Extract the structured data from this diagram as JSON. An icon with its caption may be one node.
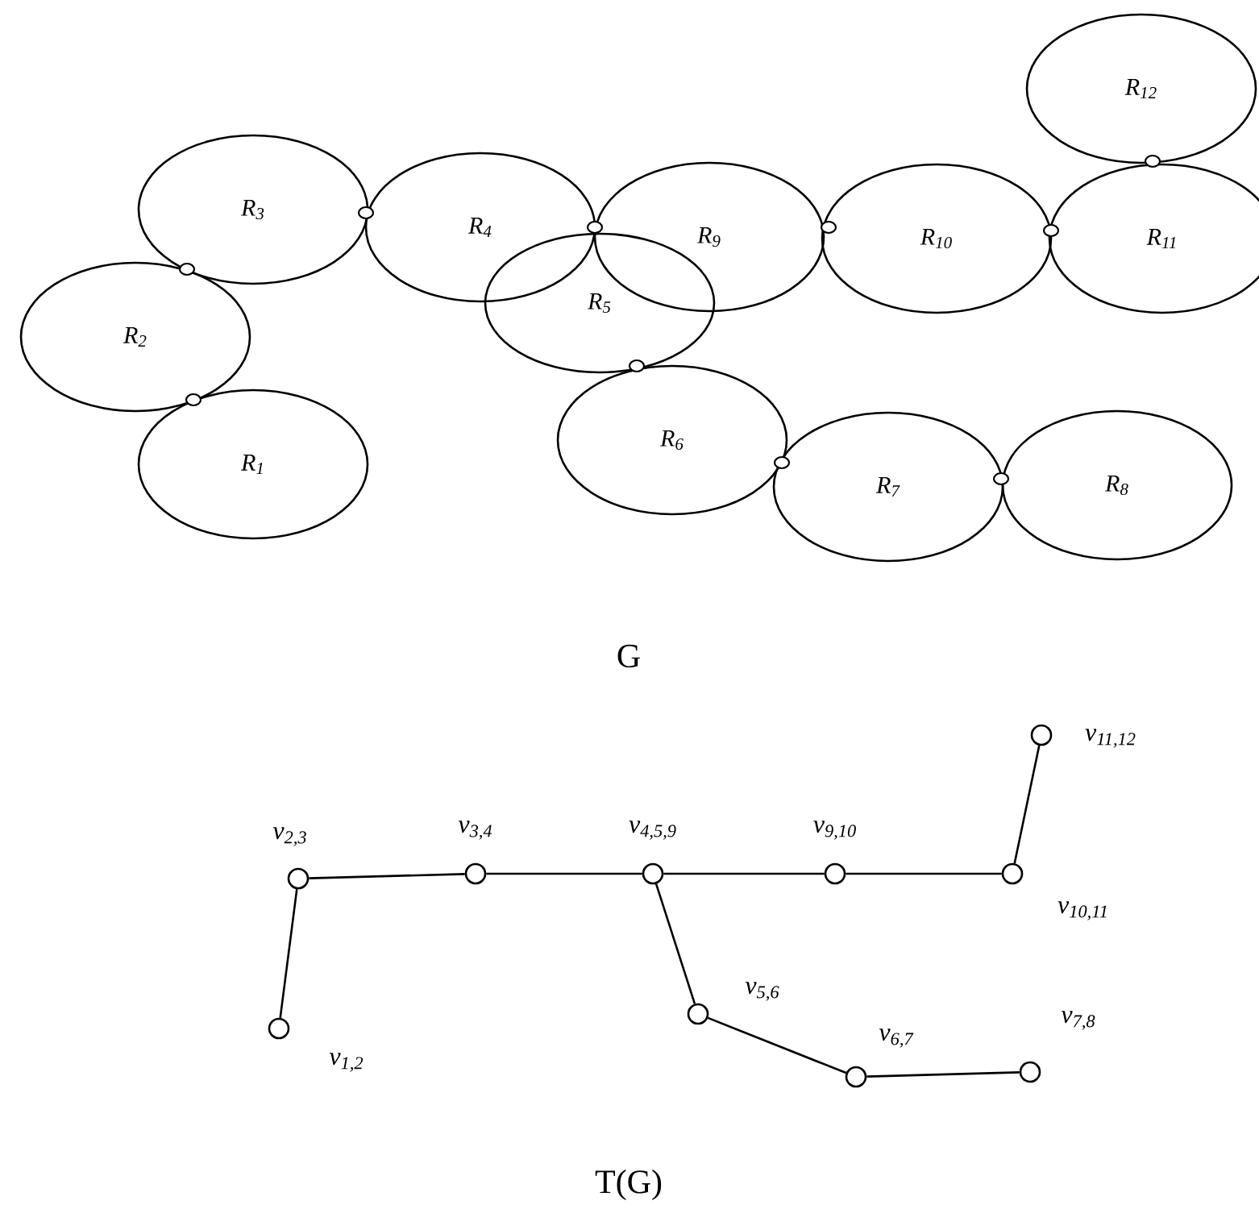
{
  "diagram": {
    "nodes": [
      {
        "text": [
          "R$_{1}$"
        ]
      },
      {
        "text": [
          "R$_{2}$"
        ]
      },
      {
        "text": [
          "R$_{3}$"
        ]
      },
      {
        "text": [
          "R$_{4}$"
        ]
      },
      {
        "text": [
          "R$_{5}$"
        ]
      },
      {
        "text": [
          "R$_{6}$"
        ]
      },
      {
        "text": [
          "R$_{7}$"
        ]
      },
      {
        "text": [
          "R$_{8}$"
        ]
      },
      {
        "text": [
          "R$_{9}$"
        ]
      },
      {
        "text": [
          "R$_{10}$"
        ]
      },
      {
        "text": [
          "R$_{11}$"
        ]
      },
      {
        "text": [
          "R$_{12}$"
        ]
      },
      {
        "text": [],
        "shape": "circle",
        "beside": [
          "v$_{1,2}$"
        ]
      },
      {
        "text": [],
        "shape": "circle",
        "beside": [
          "v$_{2,3}$"
        ]
      },
      {
        "text": [],
        "shape": "circle",
        "beside": [
          "v$_{3,4}$"
        ]
      },
      {
        "text": [],
        "shape": "circle",
        "beside": [
          "v$_{4,5,9}$"
        ]
      },
      {
        "text": [],
        "shape": "circle",
        "beside": [
          "v$_{5,6}$"
        ]
      },
      {
        "text": [],
        "shape": "circle",
        "beside": [
          "v$_{6,7}$"
        ]
      },
      {
        "text": [],
        "shape": "circle",
        "beside": [
          "v$_{7,8}$"
        ]
      },
      {
        "text": [],
        "shape": "circle",
        "beside": [
          "v$_{9,10}$"
        ]
      },
      {
        "text": [],
        "shape": "circle",
        "beside": [
          "v$_{10,11}$"
        ]
      },
      {
        "text": [],
        "shape": "circle",
        "beside": [
          "v$_{11,12}$"
        ]
      }
    ],
    "edges": [
      {
        "from": 12,
        "to": 13,
        "arrow": "none"
      },
      {
        "from": 13,
        "to": 14,
        "arrow": "none"
      },
      {
        "from": 14,
        "to": 15,
        "arrow": "none"
      },
      {
        "from": 15,
        "to": 19,
        "arrow": "none"
      },
      {
        "from": 19,
        "to": 20,
        "arrow": "none"
      },
      {
        "from": 20,
        "to": 21,
        "arrow": "none"
      },
      {
        "from": 15,
        "to": 16,
        "arrow": "none"
      },
      {
        "from": 16,
        "to": 17,
        "arrow": "none"
      },
      {
        "from": 17,
        "to": 18,
        "arrow": "none"
      }
    ],
    "labels": [
      "G",
      "T(G)"
    ]
  }
}
